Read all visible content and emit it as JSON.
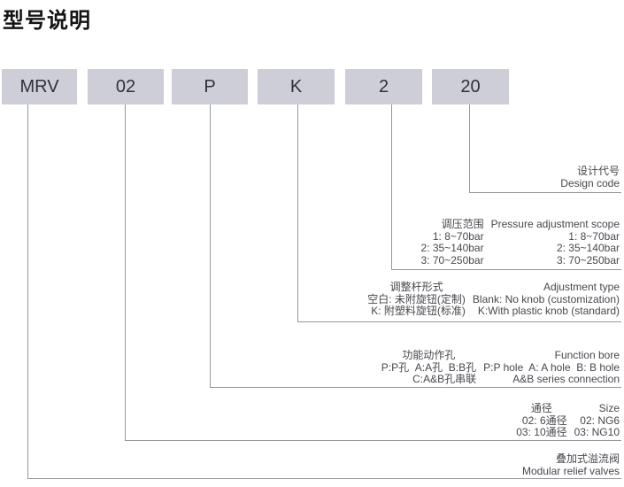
{
  "page": {
    "title": "型号说明"
  },
  "model_code": {
    "segments": [
      "MRV",
      "02",
      "P",
      "K",
      "2",
      "20"
    ]
  },
  "blocks": {
    "design_code": {
      "lines": [
        "设计代号",
        "Design code"
      ]
    },
    "pressure": {
      "rows": [
        [
          "调压范围",
          "Pressure adjustment scope"
        ],
        [
          "1: 8~70bar",
          "1: 8~70bar"
        ],
        [
          "2: 35~140bar",
          "2: 35~140bar"
        ],
        [
          "3: 70~250bar",
          "3: 70~250bar"
        ]
      ]
    },
    "adjustment": {
      "rows": [
        [
          "调整杆形式",
          "Adjustment type"
        ],
        [
          "空白: 未附旋钮(定制)",
          "Blank: No knob (customization)"
        ],
        [
          "K: 附塑料旋钮(标准)",
          "K:With plastic knob (standard)"
        ]
      ]
    },
    "function_bore": {
      "rows": [
        [
          "功能动作孔",
          "Function bore"
        ],
        [
          "P:P孔  A:A孔  B:B孔",
          "P:P hole  A: A hole  B: B hole"
        ],
        [
          "C:A&B孔串联",
          "A&B series connection"
        ]
      ]
    },
    "size": {
      "rows": [
        [
          "通径",
          "Size"
        ],
        [
          "02: 6通径",
          "02: NG6"
        ],
        [
          "03: 10通径",
          "03: NG10"
        ]
      ]
    },
    "product": {
      "lines": [
        "叠加式溢流阀",
        "Modular relief valves"
      ]
    }
  },
  "colors": {
    "box_fill": "#cdced8",
    "box_text": "#2f3038",
    "line": "#96979c",
    "note_text": "#47484e",
    "title_text": "#141414"
  }
}
